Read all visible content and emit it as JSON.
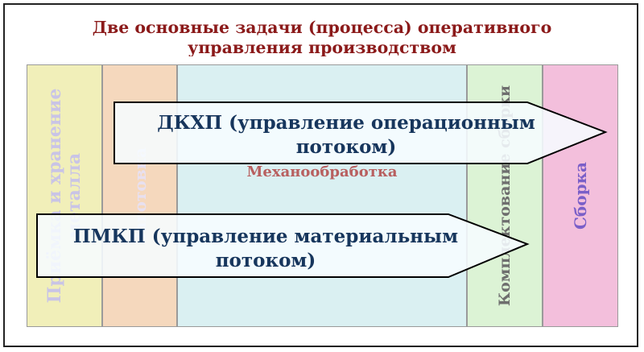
{
  "title": "Две основные задачи (процесса) оперативного управления производством",
  "stages": [
    {
      "label_line1": "Приёмка и хранение",
      "label_line2": "металла",
      "color": "#f1efb9",
      "text_color": "#c9c4e6"
    },
    {
      "label_line1": "Заготовка",
      "color": "#f5d8bd",
      "text_color": "#e8e0f0"
    },
    {
      "label": "Механообработка",
      "color": "#daf0f2",
      "text_color": "#b86060"
    },
    {
      "label": "Комплектование сборки",
      "color": "#dcf3d5",
      "text_color": "#6e6e6e"
    },
    {
      "label": "Сборка",
      "color": "#f3bfdc",
      "text_color": "#7a5fc8"
    }
  ],
  "arrows": [
    {
      "line1": "ДКХП (управление операционным",
      "line2": "потоком)"
    },
    {
      "line1": "ПМКП (управление материальным",
      "line2": "потоком)"
    }
  ],
  "colors": {
    "title": "#8b1a1a",
    "arrow_text": "#17365d",
    "arrow_fill": "#f6fcff",
    "border": "#222222"
  }
}
